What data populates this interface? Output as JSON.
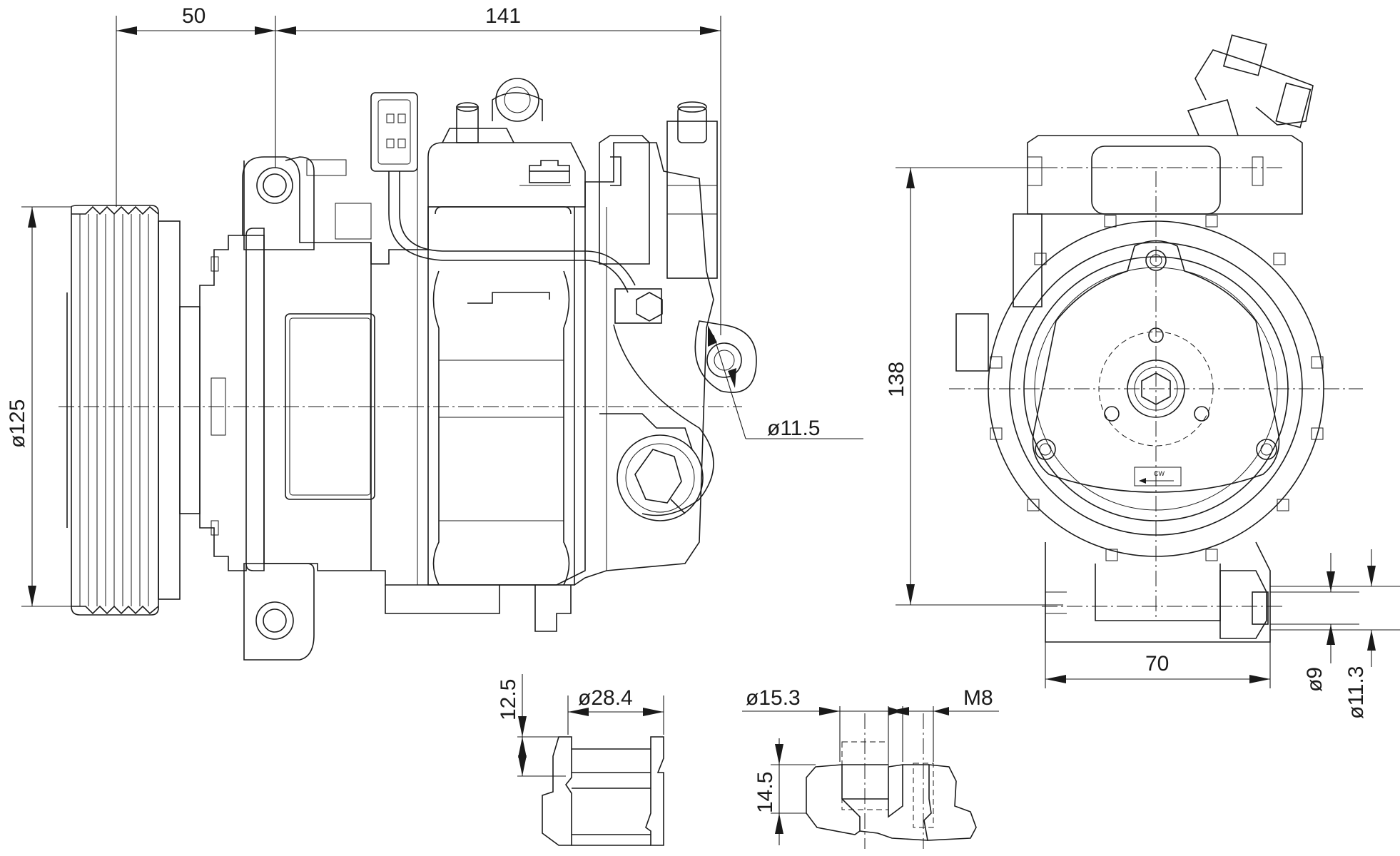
{
  "drawing": {
    "dimensions": {
      "pulley_offset": "50",
      "body_length": "141",
      "pulley_diameter": "ø125",
      "mount_hole_diameter": "ø11.5",
      "mount_spacing": "138",
      "base_width": "70",
      "bolt_hole_small": "ø9",
      "bolt_hole_large": "ø11.3",
      "port_depth_1": "12.5",
      "port_diameter_1": "ø28.4",
      "port_diameter_2": "ø15.3",
      "port_thread": "M8",
      "port_depth_2": "14.5"
    },
    "labels": {
      "rotation_mark": "CW"
    },
    "icons": {
      "rotation_arrow": "arrow-left-icon"
    }
  }
}
